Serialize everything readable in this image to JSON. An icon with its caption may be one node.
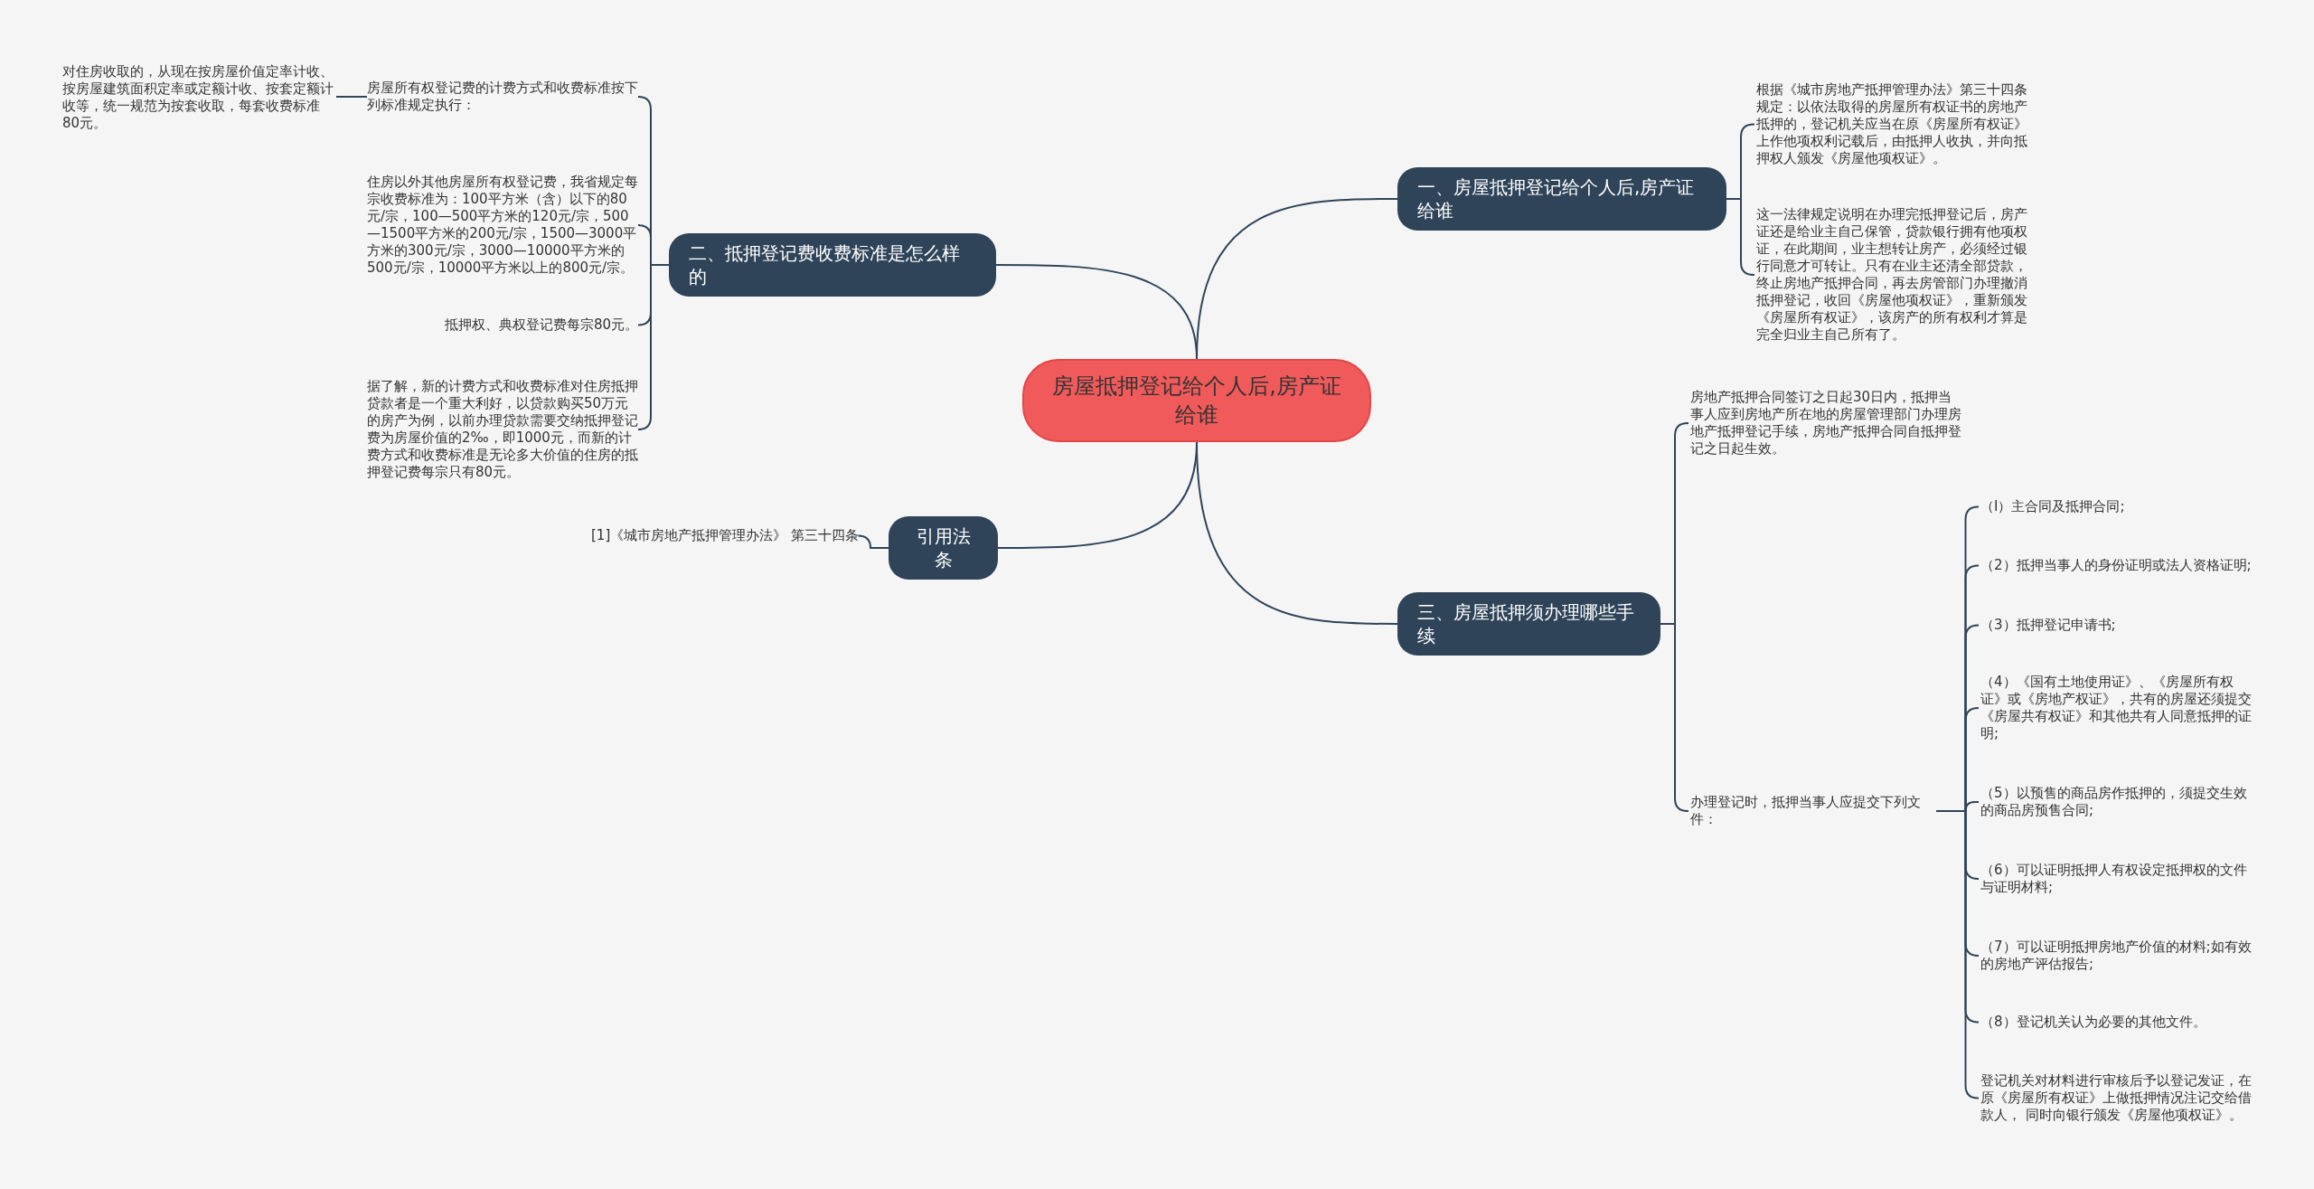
{
  "diagram": {
    "nodes": [
      {
        "text": [
          "房屋抵押登记给个人后,房产证给谁"
        ]
      },
      {
        "text": [
          "一、房屋抵押登记给个人后,房产证给谁"
        ]
      },
      {
        "text": [
          "根据《城市房地产抵押管理办法》第三十四条规定：以依法取得的房屋所有权证书的房地产抵押的，登记机关应当在原《房屋所有权证》上作他项权利记载后，由抵押人收执，并向抵押权人颁发《房屋他项权证》。"
        ]
      },
      {
        "text": [
          "这一法律规定说明在办理完抵押登记后，房产证还是给业主自己保管，贷款银行拥有他项权证，在此期间，业主想转让房产，必须经过银行同意才可转让。只有在业主还清全部贷款，终止房地产抵押合同，再去房管部门办理撤消抵押登记，收回《房屋他项权证》，重新颁发《房屋所有权证》，该房产的所有权利才算是完全归业主自己所有了。"
        ]
      },
      {
        "text": [
          "二、抵押登记费收费标准是怎么样的"
        ]
      },
      {
        "text": [
          "房屋所有权登记费的计费方式和收费标准按下列标准规定执行："
        ]
      },
      {
        "text": [
          "对住房收取的，从现在按房屋价值定率计收、按房屋建筑面积定率或定额计收、按套定额计收等，统一规范为按套收取，每套收费标准80元。"
        ]
      },
      {
        "text": [
          "住房以外其他房屋所有权登记费，我省规定每宗收费标准为：100平方米（含）以下的80元/宗，100—500平方米的120元/宗，500—1500平方米的200元/宗，1500—3000平方米的300元/宗，3000—10000平方米的500元/宗，10000平方米以上的800元/宗。"
        ]
      },
      {
        "text": [
          "抵押权、典权登记费每宗80元。"
        ]
      },
      {
        "text": [
          "据了解，新的计费方式和收费标准对住房抵押贷款者是一个重大利好，以贷款购买50万元的房产为例，以前办理贷款需要交纳抵押登记费为房屋价值的2‰，即1000元，而新的计费方式和收费标准是无论多大价值的住房的抵押登记费每宗只有80元。"
        ]
      },
      {
        "text": [
          "引用法条"
        ]
      },
      {
        "text": [
          "[1]《城市房地产抵押管理办法》 第三十四条"
        ]
      },
      {
        "text": [
          "三、房屋抵押须办理哪些手续"
        ]
      },
      {
        "text": [
          "房地产抵押合同签订之日起30日内，抵押当事人应到房地产所在地的房屋管理部门办理房地产抵押登记手续，房地产抵押合同自抵押登记之日起生效。"
        ]
      },
      {
        "text": [
          "办理登记时，抵押当事人应提交下列文件："
        ]
      },
      {
        "text": [
          "（I）主合同及抵押合同;"
        ]
      },
      {
        "text": [
          "（2）抵押当事人的身份证明或法人资格证明;"
        ]
      },
      {
        "text": [
          "（3）抵押登记申请书;"
        ]
      },
      {
        "text": [
          "（4）《国有土地使用证》、《房屋所有权证》或《房地产权证》，共有的房屋还须提交《房屋共有权证》和其他共有人同意抵押的证明;"
        ]
      },
      {
        "text": [
          "（5）以预售的商品房作抵押的，须提交生效的商品房预售合同;"
        ]
      },
      {
        "text": [
          "（6）可以证明抵押人有权设定抵押权的文件与证明材料;"
        ]
      },
      {
        "text": [
          "（7）可以证明抵押房地产价值的材料;如有效的房地产评估报告;"
        ]
      },
      {
        "text": [
          "（8）登记机关认为必要的其他文件。"
        ]
      },
      {
        "text": [
          "登记机关对材料进行审核后予以登记发证，在原《房屋所有权证》上做抵押情况注记交给借款人， 同时向银行颁发《房屋他项权证》。"
        ]
      }
    ],
    "edges": [
      {
        "from": 0,
        "to": 1,
        "arrow": "none"
      },
      {
        "from": 0,
        "to": 4,
        "arrow": "none"
      },
      {
        "from": 0,
        "to": 10,
        "arrow": "none"
      },
      {
        "from": 0,
        "to": 12,
        "arrow": "none"
      },
      {
        "from": 1,
        "to": 2,
        "arrow": "none"
      },
      {
        "from": 1,
        "to": 3,
        "arrow": "none"
      },
      {
        "from": 4,
        "to": 5,
        "arrow": "none"
      },
      {
        "from": 4,
        "to": 7,
        "arrow": "none"
      },
      {
        "from": 4,
        "to": 8,
        "arrow": "none"
      },
      {
        "from": 4,
        "to": 9,
        "arrow": "none"
      },
      {
        "from": 5,
        "to": 6,
        "arrow": "none"
      },
      {
        "from": 10,
        "to": 11,
        "arrow": "none"
      },
      {
        "from": 12,
        "to": 13,
        "arrow": "none"
      },
      {
        "from": 12,
        "to": 14,
        "arrow": "none"
      },
      {
        "from": 14,
        "to": 15,
        "arrow": "none"
      },
      {
        "from": 14,
        "to": 16,
        "arrow": "none"
      },
      {
        "from": 14,
        "to": 17,
        "arrow": "none"
      },
      {
        "from": 14,
        "to": 18,
        "arrow": "none"
      },
      {
        "from": 14,
        "to": 19,
        "arrow": "none"
      },
      {
        "from": 14,
        "to": 20,
        "arrow": "none"
      },
      {
        "from": 14,
        "to": 21,
        "arrow": "none"
      },
      {
        "from": 14,
        "to": 22,
        "arrow": "none"
      },
      {
        "from": 14,
        "to": 23,
        "arrow": "none"
      }
    ]
  }
}
